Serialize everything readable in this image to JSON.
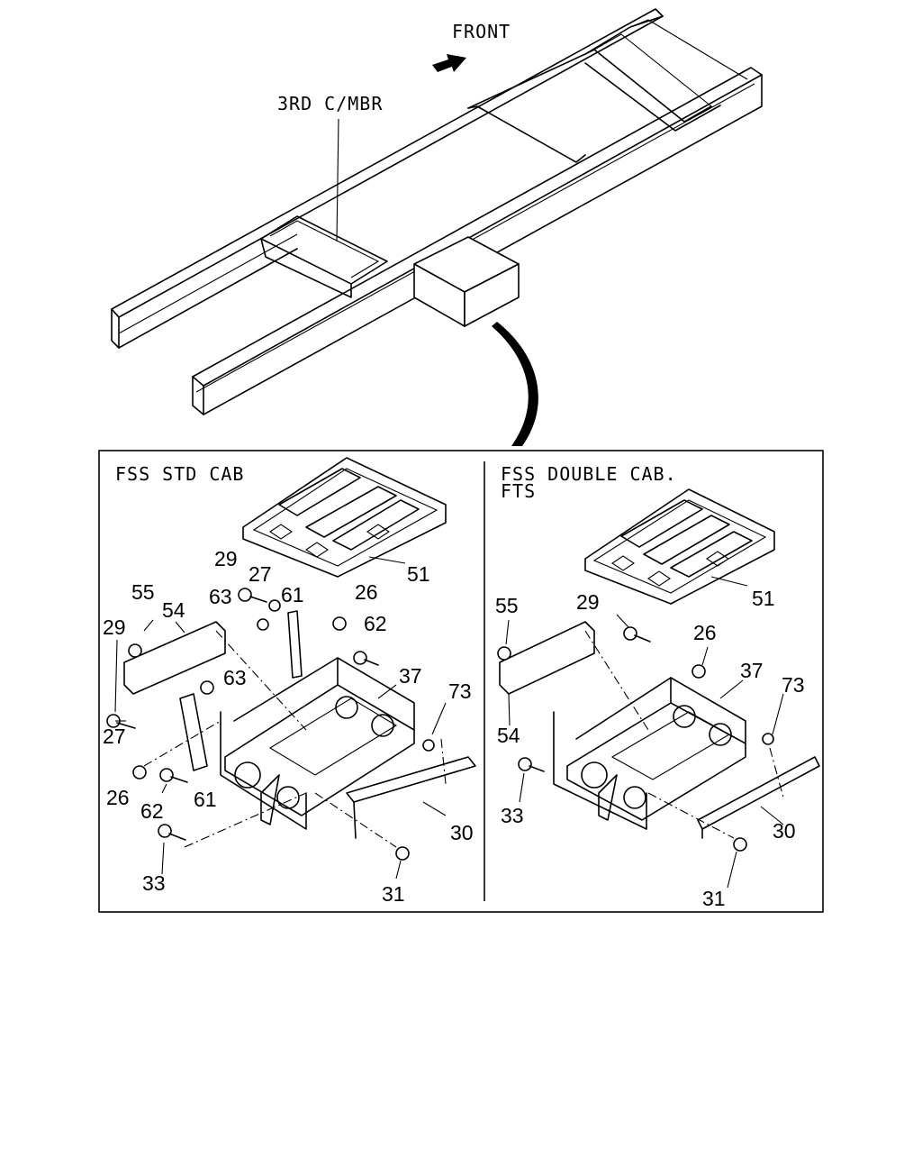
{
  "header": {
    "front_label": "FRONT",
    "third_member_label": "3RD C/MBR"
  },
  "panels": [
    {
      "title": "FSS STD CAB",
      "callouts": [
        "51",
        "29",
        "27",
        "61",
        "26",
        "55",
        "54",
        "63",
        "62",
        "29",
        "63",
        "37",
        "73",
        "27",
        "26",
        "62",
        "61",
        "30",
        "33",
        "31"
      ]
    },
    {
      "title_line1": "FSS DOUBLE CAB.",
      "title_line2": "FTS",
      "callouts": [
        "51",
        "55",
        "29",
        "26",
        "37",
        "73",
        "54",
        "33",
        "30",
        "31"
      ]
    }
  ]
}
